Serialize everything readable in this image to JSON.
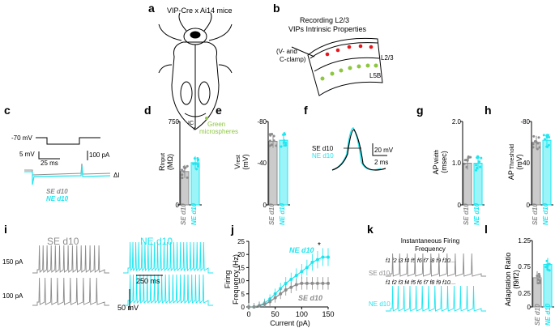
{
  "panels": {
    "a": {
      "letter": "a",
      "title": "VIP-Cre x Ai14 mice",
      "ic": "IC",
      "micro1": "Green",
      "micro2": "microspheres"
    },
    "b": {
      "letter": "b",
      "title1": "Recording L2/3",
      "title2": "VIPs Intrinsic Properties",
      "clamp1": "(V- and",
      "clamp2": "C-clamp)",
      "l23": "L2/3",
      "l5b": "L5B"
    },
    "c": {
      "letter": "c",
      "mv70": "-70 mV",
      "mv5": "5 mV",
      "ms25": "25 ms",
      "pa100": "100 pA",
      "deltaI": "ΔI",
      "se": "SE d10",
      "ne": "NE d10"
    },
    "d": {
      "letter": "d",
      "ylabel_main": "R",
      "ylabel_sub": "Input",
      "ylabel_unit": "(MΩ)",
      "ticks": [
        "750",
        "0"
      ],
      "star": "*",
      "x1": "SE d10",
      "x2": "NE d10"
    },
    "e": {
      "letter": "e",
      "ylabel_main": "V",
      "ylabel_sub": "rest",
      "ylabel_unit": "(mV)",
      "ticks": [
        "-80",
        "-40",
        "0"
      ],
      "x1": "SE d10",
      "x2": "NE d10"
    },
    "f": {
      "letter": "f",
      "se": "SE d10",
      "ne": "NE d10",
      "mv": "20 mV",
      "ms": "2 ms"
    },
    "g": {
      "letter": "g",
      "ylabel_main": "AP",
      "ylabel_sub": "Width",
      "ylabel_unit": "(msec)",
      "ticks": [
        "2.0",
        "1.0",
        "0"
      ],
      "x1": "SE d10",
      "x2": "NE d10"
    },
    "h": {
      "letter": "h",
      "ylabel_main": "AP",
      "ylabel_sub": "Threshold",
      "ylabel_unit": "(mV)",
      "ticks": [
        "-80",
        "-40",
        "0"
      ],
      "x1": "SE d10",
      "x2": "NE d10"
    },
    "i": {
      "letter": "i",
      "se": "SE d10",
      "ne": "NE d10",
      "pa150": "150 pA",
      "pa100": "100 pA",
      "ms250": "250 ms",
      "mv50": "50 mV"
    },
    "j": {
      "letter": "j",
      "ylabel1": "Firing",
      "ylabel2": "Frequency (Hz)",
      "xlabel": "Current (pA)",
      "ne": "NE d10",
      "se": "SE d10",
      "star": "*"
    },
    "k": {
      "letter": "k",
      "title1": "Instantaneous Firing",
      "title2": "Frequency",
      "f_labels": "f1 f2 f3  f4  f5 f6  f7  f8   f9   f10…",
      "se": "SE d10",
      "ne": "NE d10"
    },
    "l": {
      "letter": "l",
      "ylabel1": "Adaptation Ratio",
      "ylabel2": "(f9/f2)",
      "ticks": [
        "1.25",
        "0.75",
        "0.25",
        "0"
      ],
      "x1": "SE d10",
      "x2": "NE d10"
    }
  },
  "colors": {
    "se": "#8c8c8c",
    "ne": "#1ee6f0",
    "green": "#8dc63f",
    "red": "#e8141b",
    "black": "#000000"
  },
  "chart_data": [
    {
      "type": "bar",
      "panel": "d",
      "categories": [
        "SE d10",
        "NE d10"
      ],
      "values": [
        300,
        380
      ],
      "ylim": [
        0,
        750
      ],
      "ylabel": "R Input (MΩ)",
      "annotation": "*"
    },
    {
      "type": "bar",
      "panel": "e",
      "categories": [
        "SE d10",
        "NE d10"
      ],
      "values": [
        -61,
        -62
      ],
      "ylim": [
        0,
        -80
      ],
      "ylabel": "V rest (mV)"
    },
    {
      "type": "bar",
      "panel": "g",
      "categories": [
        "SE d10",
        "NE d10"
      ],
      "values": [
        1.0,
        1.0
      ],
      "ylim": [
        0,
        2.0
      ],
      "ylabel": "AP Width (msec)"
    },
    {
      "type": "bar",
      "panel": "h",
      "categories": [
        "SE d10",
        "NE d10"
      ],
      "values": [
        -60,
        -62
      ],
      "ylim": [
        0,
        -80
      ],
      "ylabel": "AP Threshold (mV)"
    },
    {
      "type": "line",
      "panel": "j",
      "x": [
        0,
        10,
        20,
        30,
        40,
        50,
        60,
        70,
        80,
        90,
        100,
        110,
        120,
        130,
        140,
        150
      ],
      "series": [
        {
          "name": "NE d10",
          "values": [
            0,
            0,
            0.5,
            1.5,
            3,
            5,
            7,
            9,
            10.5,
            12,
            13.5,
            15,
            17,
            18,
            19,
            19
          ]
        },
        {
          "name": "SE d10",
          "values": [
            0,
            0,
            0.5,
            1,
            2,
            3.5,
            5,
            6.5,
            7.5,
            8.5,
            9,
            9,
            9,
            9,
            9,
            9
          ]
        }
      ],
      "xlabel": "Current (pA)",
      "ylabel": "Firing Frequency (Hz)",
      "xlim": [
        0,
        150
      ],
      "ylim": [
        0,
        25
      ],
      "xticks": [
        0,
        50,
        100,
        150
      ],
      "yticks": [
        0,
        5,
        10,
        15,
        20,
        25
      ],
      "annotation": "*"
    },
    {
      "type": "bar",
      "panel": "l",
      "categories": [
        "SE d10",
        "NE d10"
      ],
      "values": [
        0.55,
        0.8
      ],
      "ylim": [
        0,
        1.25
      ],
      "ylabel": "Adaptation Ratio (f9/f2)"
    }
  ]
}
